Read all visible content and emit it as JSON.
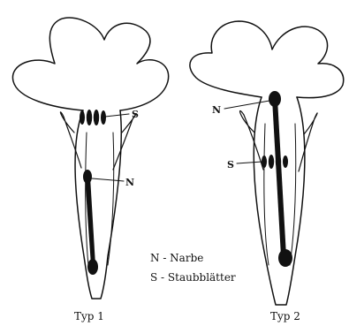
{
  "diagram": {
    "flower_1": {
      "caption": "Typ 1",
      "stigma_label": "N",
      "stamens_label": "S"
    },
    "flower_2": {
      "caption": "Typ 2",
      "stigma_label": "N",
      "stamens_label": "S"
    },
    "legend": {
      "n_line": "N - Narbe",
      "s_line": "S - Staubblätter"
    }
  }
}
